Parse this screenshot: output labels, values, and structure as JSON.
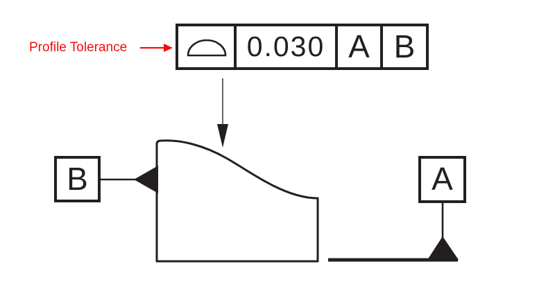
{
  "annotation": {
    "label": "Profile Tolerance"
  },
  "feature_control_frame": {
    "symbol": "profile-of-a-surface",
    "tolerance": "0.030",
    "primary_datum": "A",
    "secondary_datum": "B"
  },
  "datum_features": {
    "left": {
      "label": "B"
    },
    "right": {
      "label": "A"
    }
  },
  "colors": {
    "ink": "#231f20",
    "accent_red": "#f60c0a",
    "background": "#ffffff"
  }
}
